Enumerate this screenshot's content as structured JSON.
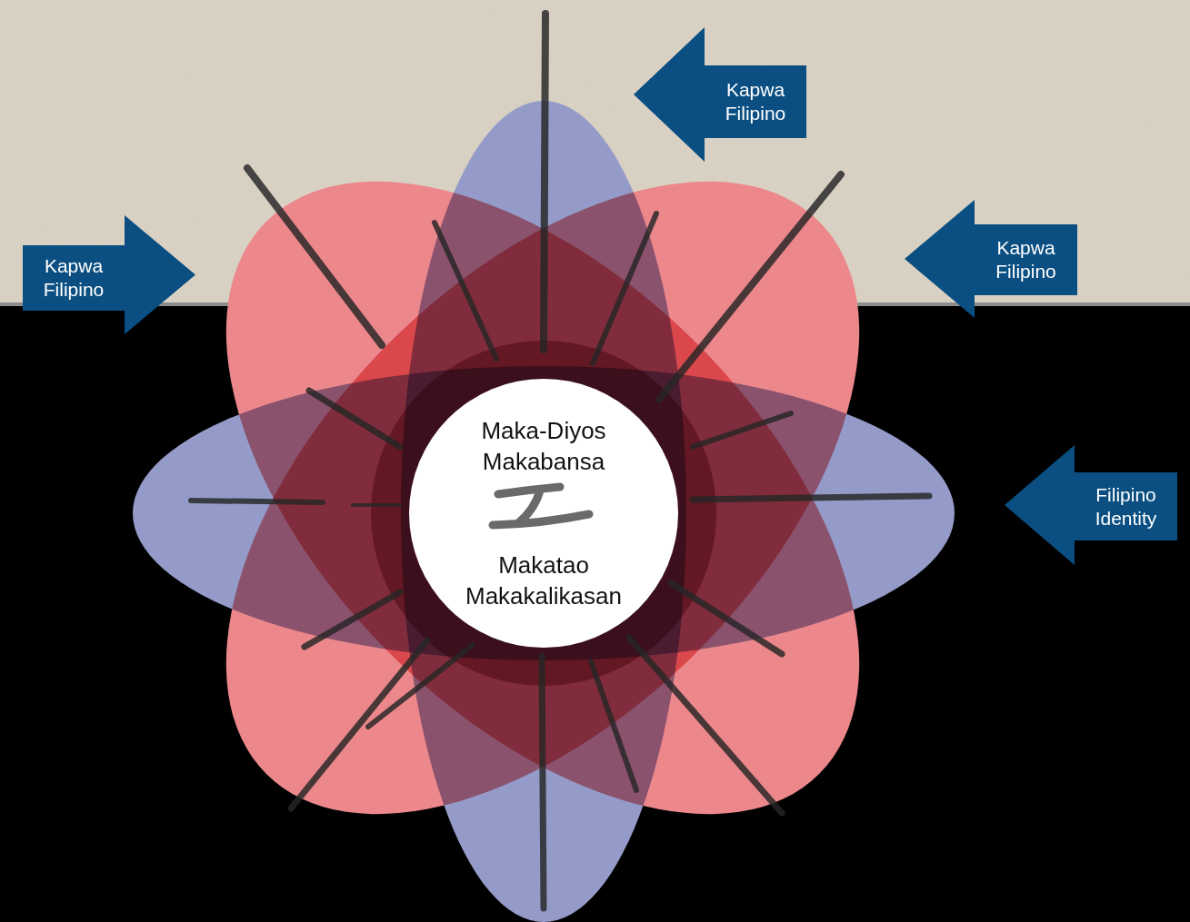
{
  "diagram": {
    "nodes": [
      {
        "text": [
          "Kapwa Filipino"
        ]
      },
      {
        "text": [
          "Kapwa Filipino"
        ]
      },
      {
        "text": [
          "Kapwa Filipino"
        ]
      },
      {
        "text": [
          "Maka-Diyos Makabansa",
          "Makatao Makakalikasan"
        ]
      },
      {
        "text": [
          "Filipino Identity"
        ]
      }
    ]
  }
}
